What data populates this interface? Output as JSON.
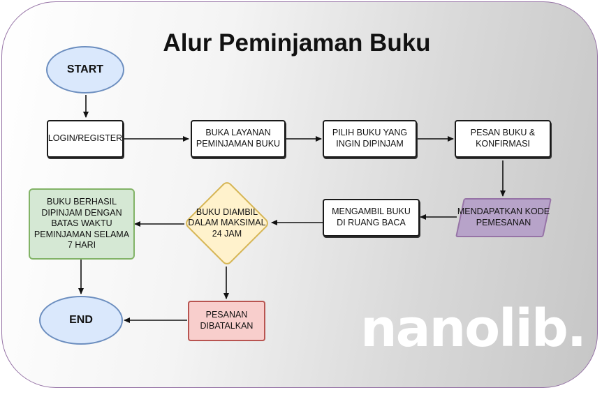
{
  "title": "Alur Peminjaman Buku",
  "nodes": {
    "start": "START",
    "login": "LOGIN/REGISTER",
    "buka_layanan": "BUKA LAYANAN PEMINJAMAN BUKU",
    "pilih_buku": "PILIH BUKU YANG INGIN DIPINJAM",
    "pesan_buku": "PESAN BUKU & KONFIRMASI",
    "kode": "MENDAPATKAN KODE PEMESANAN",
    "mengambil": "MENGAMBIL BUKU DI RUANG BACA",
    "diambil": "BUKU DIAMBIL DALAM MAKSIMAL 24 JAM",
    "berhasil": "BUKU BERHASIL DIPINJAM DENGAN BATAS WAKTU PEMINJAMAN SELAMA 7 HARI",
    "dibatalkan": "PESANAN DIBATALKAN",
    "end": "END"
  },
  "logo": "nanolib.",
  "colors": {
    "start_end_fill": "#dae8fc",
    "start_end_stroke": "#6c8ebf",
    "decision_fill": "#fff2cc",
    "decision_stroke": "#d6b656",
    "success_fill": "#d5e8d4",
    "success_stroke": "#82b366",
    "cancel_fill": "#f8cecc",
    "cancel_stroke": "#b85450",
    "code_fill": "#b7a3c9",
    "code_stroke": "#9673a6",
    "border": "#9673a6"
  }
}
